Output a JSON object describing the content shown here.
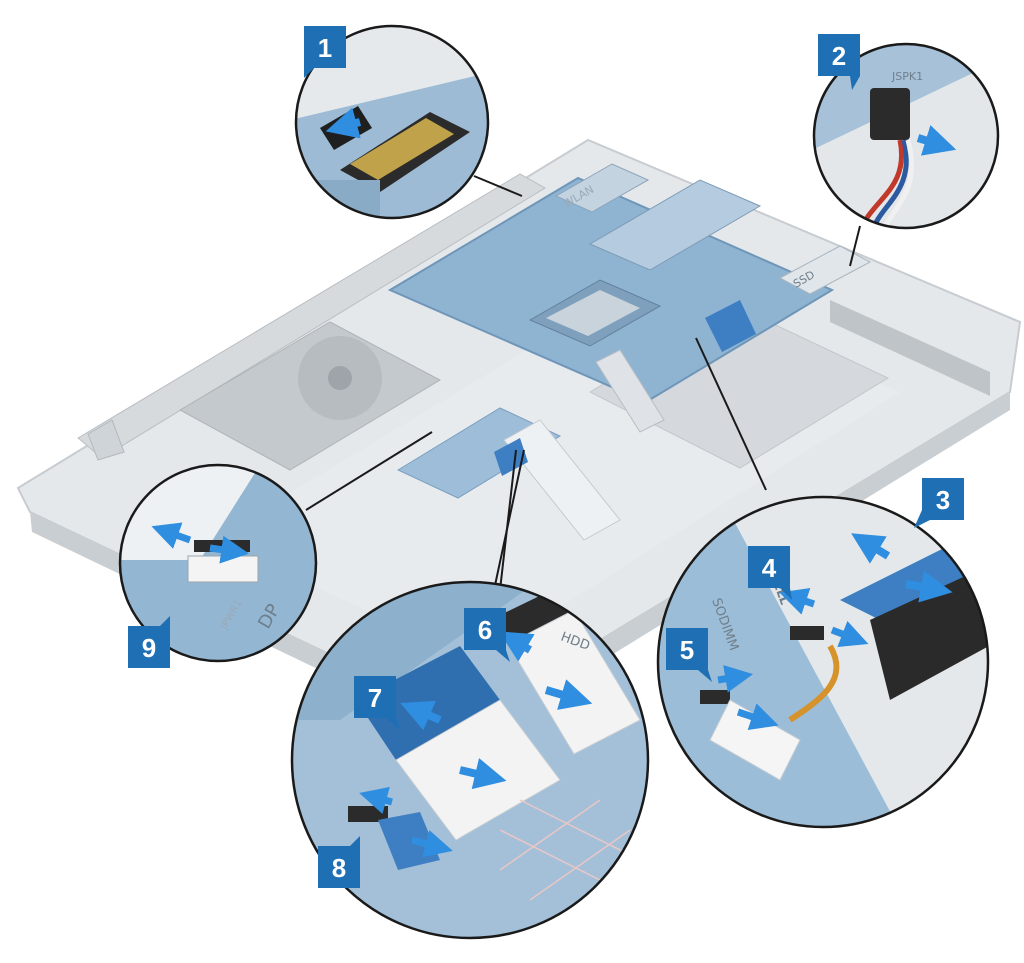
{
  "callouts": [
    {
      "id": 1,
      "label": "1"
    },
    {
      "id": 2,
      "label": "2"
    },
    {
      "id": 3,
      "label": "3"
    },
    {
      "id": 4,
      "label": "4"
    },
    {
      "id": 5,
      "label": "5"
    },
    {
      "id": 6,
      "label": "6"
    },
    {
      "id": 7,
      "label": "7"
    },
    {
      "id": 8,
      "label": "8"
    },
    {
      "id": 9,
      "label": "9"
    }
  ],
  "silkscreen": {
    "wlan": "WLAN",
    "ssd": "SSD",
    "sodimm": "SODIMM",
    "dp": "DP",
    "hdd": "HDD",
    "jpwr": "JPWR1",
    "jspk": "JSPK1",
    "dell_logo": "DELL"
  },
  "colors": {
    "callout_blue": "#1f6fb5",
    "arrow_blue": "#2f8ee0",
    "board_blue": "#8fb4d2",
    "chassis_gray": "#dfe3e7",
    "cable_blue": "#3e7fc4"
  },
  "icons": [
    "disconnect-arrow-icon",
    "lift-latch-arrow-icon"
  ]
}
